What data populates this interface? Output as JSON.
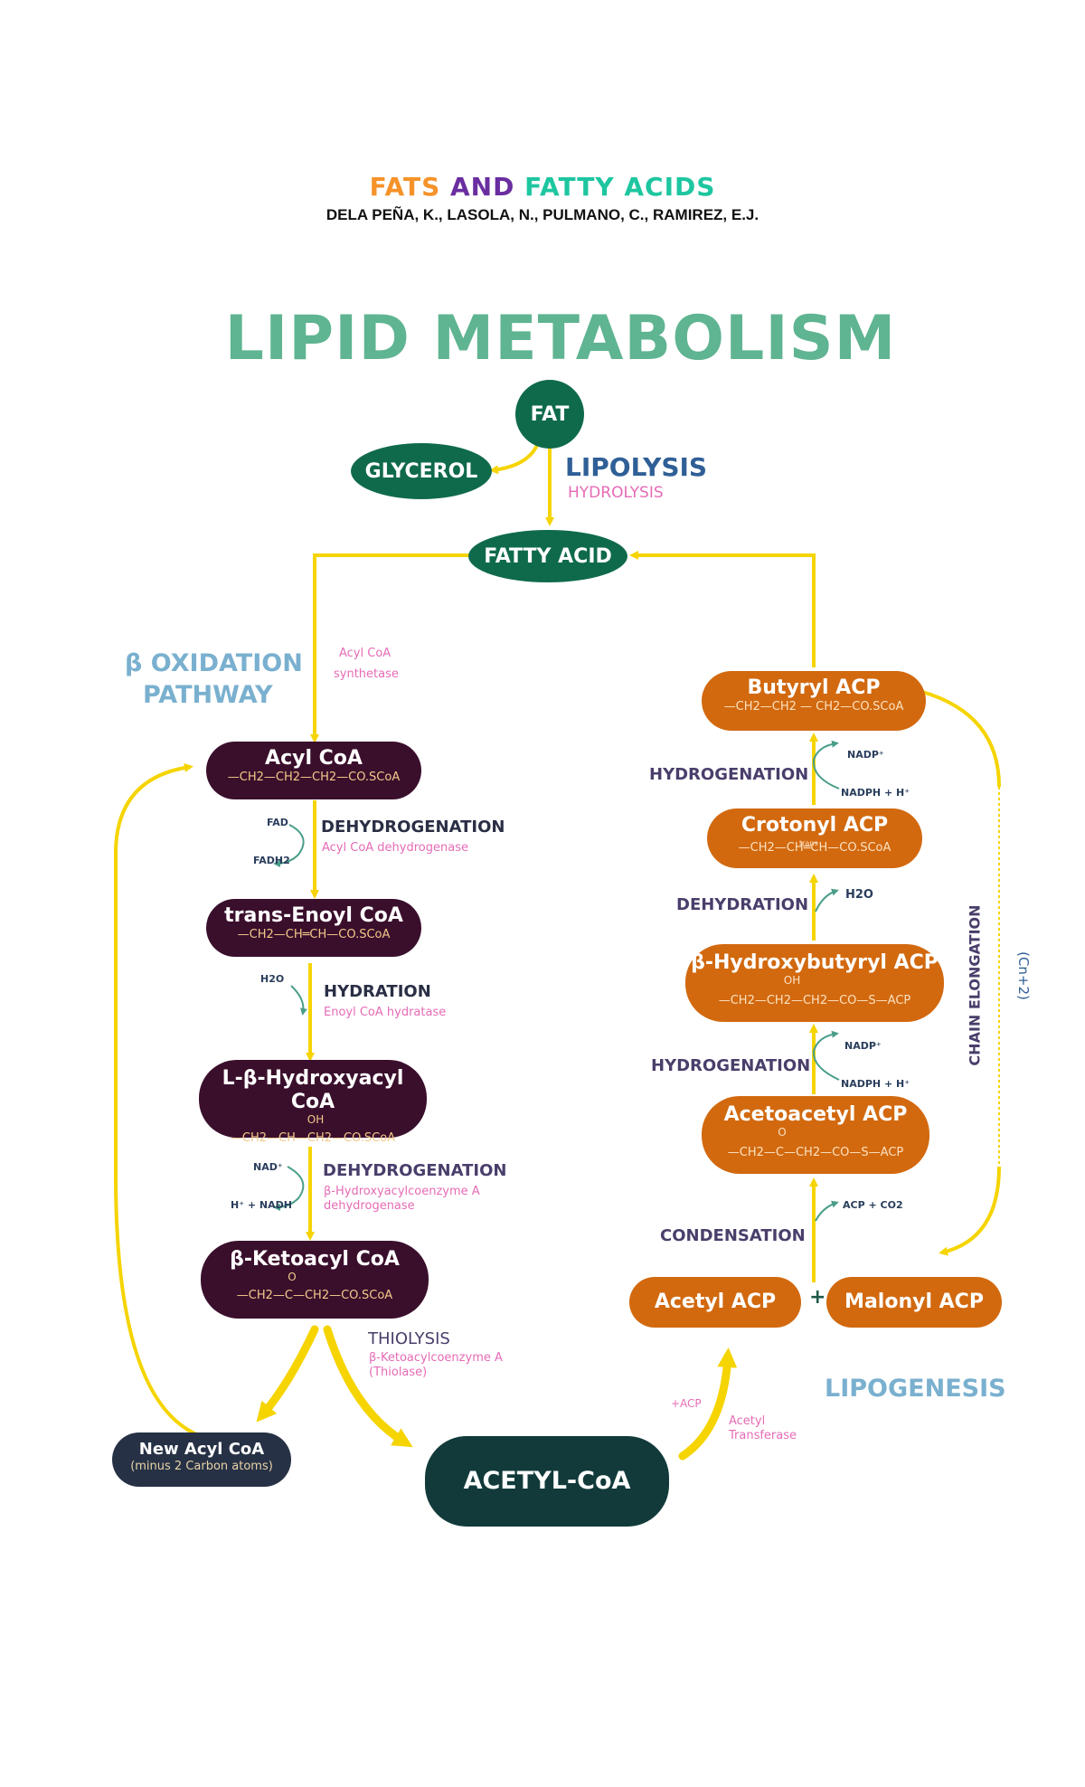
{
  "header": {
    "fats_word": "FATS",
    "and_word": "AND",
    "fatty_acids_word": "FATTY ACIDS",
    "authors": "DELA PEÑA, K., LASOLA, N., PULMANO, C., RAMIREZ, E.J."
  },
  "title": "LIPID METABOLISM",
  "top": {
    "fat": "FAT",
    "glycerol": "GLYCEROL",
    "fatty_acid": "FATTY ACID",
    "lipolysis": "LIPOLYSIS",
    "hydrolysis": "HYDROLYSIS"
  },
  "beta": {
    "pathway_title_1": "β OXIDATION",
    "pathway_title_2": "PATHWAY",
    "acyl_enzyme_1": "Acyl CoA",
    "acyl_enzyme_2": "synthetase",
    "acyl_coa": {
      "name": "Acyl CoA",
      "formula": "—CH2—CH2—CH2—CO.SCoA"
    },
    "step1": {
      "name": "DEHYDROGENATION",
      "enzyme": "Acyl CoA dehydrogenase",
      "in": "FAD",
      "out": "FADH2"
    },
    "trans_enoyl": {
      "name": "trans-Enoyl CoA",
      "formula": "—CH2—CH═CH—CO.SCoA"
    },
    "step2": {
      "name": "HYDRATION",
      "enzyme": "Enoyl CoA hydratase",
      "in": "H2O"
    },
    "hydroxyacyl": {
      "name": "L-β-Hydroxyacyl CoA",
      "oh": "OH",
      "formula": "—CH2—CH—CH2—CO.SCoA"
    },
    "step3": {
      "name": "DEHYDROGENATION",
      "enzyme_1": "β-Hydroxyacylcoenzyme A",
      "enzyme_2": "dehydrogenase",
      "in": "NAD⁺",
      "out": "H⁺ + NADH"
    },
    "ketoacyl": {
      "name": "β-Ketoacyl CoA",
      "o": "O",
      "formula": "—CH2—C—CH2—CO.SCoA"
    },
    "thiolysis": "THIOLYSIS",
    "thiolase_1": "β-Ketoacylcoenzyme A",
    "thiolase_2": "(Thiolase)",
    "new_acyl": {
      "name": "New Acyl CoA",
      "sub": "(minus 2 Carbon atoms)"
    },
    "acetyl_coa": "ACETYL-CoA"
  },
  "lipo": {
    "butyryl": {
      "name": "Butyryl ACP",
      "formula": "—CH2—CH2 — CH2—CO.SCoA"
    },
    "hydrogenation_1": {
      "name": "HYDROGENATION",
      "in": "NADPH + H⁺",
      "out": "NADP⁺"
    },
    "crotonyl": {
      "name": "Crotonyl ACP",
      "trans": "trans",
      "formula": "—CH2—CH═CH—CO.SCoA"
    },
    "dehydration": {
      "name": "DEHYDRATION",
      "out": "H2O"
    },
    "hydroxybutyryl": {
      "name": "β-Hydroxybutyryl ACP",
      "oh": "OH",
      "formula": "—CH2—CH2—CH2—CO—S—ACP"
    },
    "hydrogenation_2": {
      "name": "HYDROGENATION",
      "in": "NADPH + H⁺",
      "out": "NADP⁺"
    },
    "acetoacetyl": {
      "name": "Acetoacetyl ACP",
      "o": "O",
      "formula": "—CH2—C—CH2—CO—S—ACP"
    },
    "condensation": {
      "name": "CONDENSATION",
      "out": "ACP + CO2"
    },
    "acetyl_acp": "Acetyl ACP",
    "plus": "+",
    "malonyl_acp": "Malonyl ACP",
    "lipogenesis": "LIPOGENESIS",
    "acp_in": "+ACP",
    "transferase_1": "Acetyl",
    "transferase_2": "Transferase",
    "chain_elongation": "CHAIN ELONGATION",
    "cn2": "(Cn+2)"
  }
}
